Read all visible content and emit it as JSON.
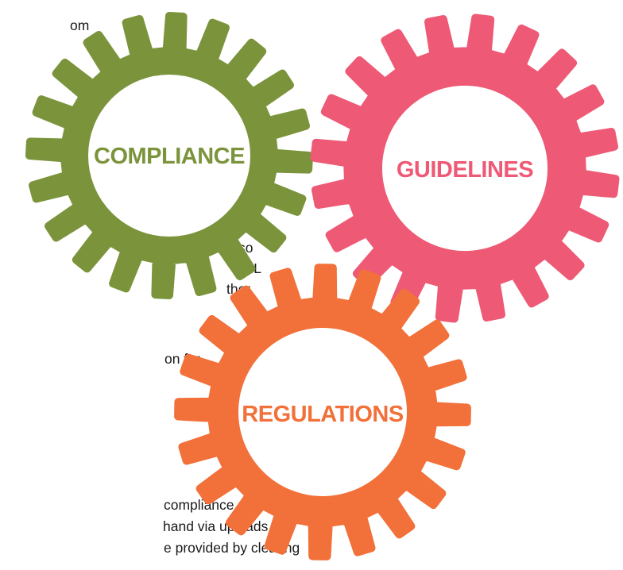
{
  "background_text": {
    "lines": [
      "om",
      "so",
      "AML",
      "ther",
      "on for",
      "compliance",
      "hand via uploads",
      "e provided by clearing"
    ]
  },
  "gears": [
    {
      "label": "COMPLIANCE",
      "color": "#7b943c"
    },
    {
      "label": "GUIDELINES",
      "color": "#ee5a75"
    },
    {
      "label": "REGULATIONS",
      "color": "#f27039"
    }
  ]
}
